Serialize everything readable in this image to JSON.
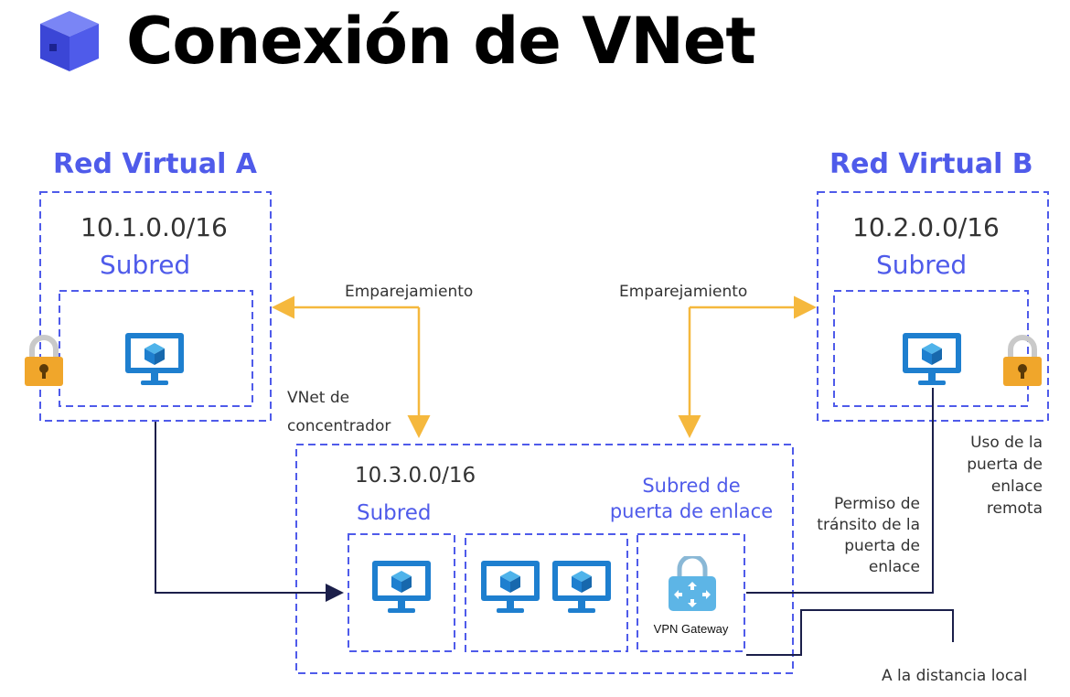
{
  "title": "Conexión de VNet",
  "vnet_a": {
    "label": "Red Virtual A",
    "cidr": "10.1.0.0/16",
    "subnet": "Subred"
  },
  "vnet_b": {
    "label": "Red Virtual B",
    "cidr": "10.2.0.0/16",
    "subnet": "Subred"
  },
  "hub": {
    "label_line1": "VNet de",
    "label_line2": "concentrador",
    "cidr": "10.3.0.0/16",
    "subnet": "Subred",
    "gateway_subnet_line1": "Subred de",
    "gateway_subnet_line2": "puerta de enlace",
    "vpn_gateway_label": "VPN Gateway"
  },
  "peering_left": "Emparejamiento",
  "peering_right": "Emparejamiento",
  "remote_gateway": [
    "Uso de la",
    "puerta de",
    "enlace",
    "remota"
  ],
  "transit_permission": [
    "Permiso de",
    "tránsito de la",
    "puerta de",
    "enlace"
  ],
  "on_premises": "A la distancia local",
  "colors": {
    "accent": "#4f5bea",
    "peering": "#f5b83d",
    "link": "#1b1f4a",
    "monitor": "#1e7fcf",
    "lock": "#f0a62b"
  },
  "icons": [
    "cube-logo-icon",
    "monitor-icon",
    "lock-icon",
    "vpn-gateway-icon"
  ]
}
